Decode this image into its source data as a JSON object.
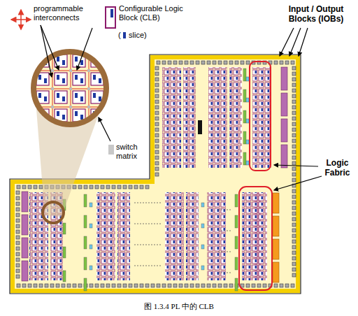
{
  "diagram": {
    "caption": "图 1.3.4 PL 中的 CLB",
    "labels": [
      "programmable interconnects",
      "Configurable Logic Block (CLB)",
      "(",
      "slice)",
      "switch matrix",
      "Input / Output Blocks (IOBs)",
      "Logic Fabric"
    ]
  }
}
